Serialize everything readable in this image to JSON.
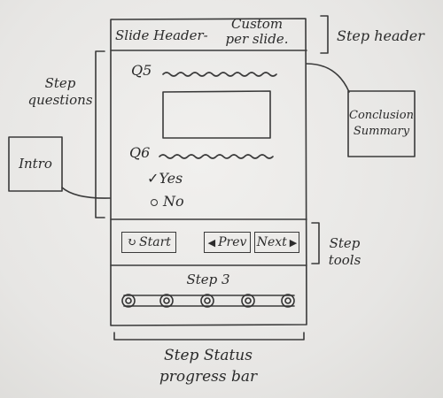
{
  "slide": {
    "header_title": "Slide Header-",
    "header_custom_line1": "Custom",
    "header_custom_line2": "per slide."
  },
  "questions": {
    "q5_label": "Q5",
    "q6_label": "Q6",
    "options": [
      "Yes",
      "No"
    ],
    "selected": "Yes",
    "check_icon": "check-icon",
    "radio_icon": "radio-icon"
  },
  "tools": {
    "start_label": "Start",
    "start_icon": "restart-icon",
    "prev_label": "Prev",
    "prev_icon": "triangle-left-icon",
    "next_label": "Next",
    "next_icon": "triangle-right-icon"
  },
  "progress": {
    "step_label": "Step 3",
    "node_count": 5,
    "node_icon": "circle-node-icon"
  },
  "annotations": {
    "step_header": "Step header",
    "step_questions_line1": "Step",
    "step_questions_line2": "questions",
    "intro": "Intro",
    "conclusion_line1": "Conclusion",
    "conclusion_line2": "Summary",
    "step_tools_line1": "Step",
    "step_tools_line2": "tools",
    "status_line1": "Step Status",
    "status_line2": "progress bar"
  }
}
